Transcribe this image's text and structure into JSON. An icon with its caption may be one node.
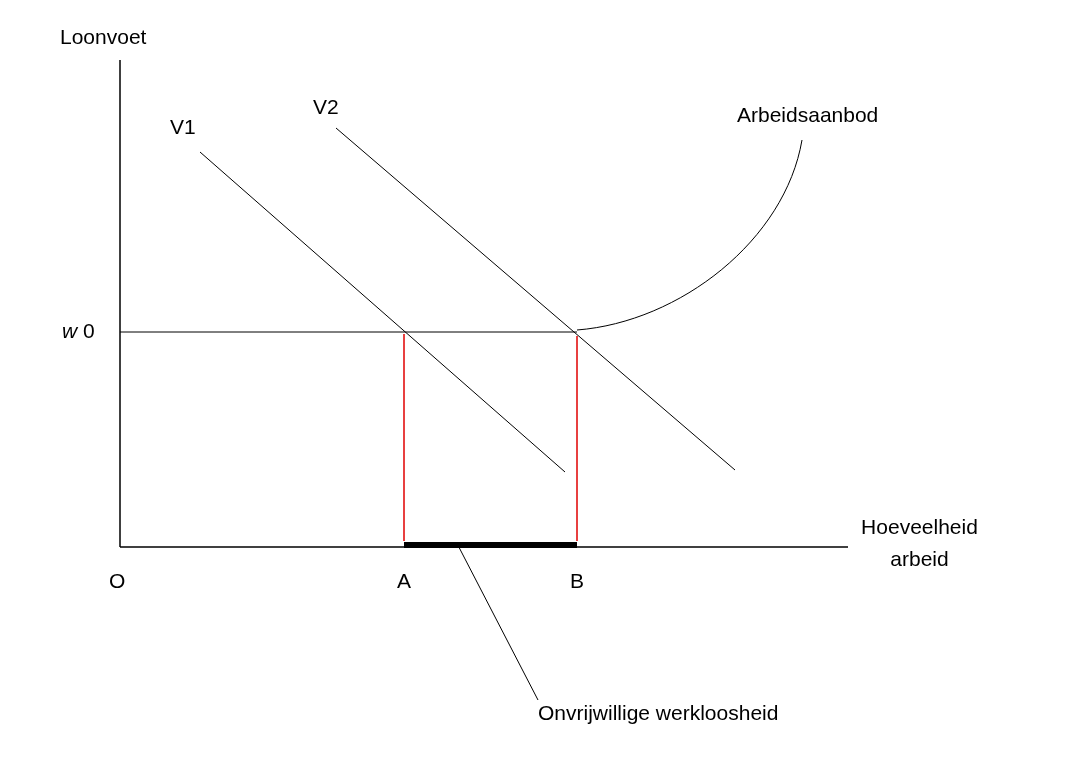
{
  "diagram": {
    "nodes": [
      {
        "text": [
          "Onvrijwillige werkloosheid"
        ]
      },
      {
        "text": [],
        "shape": "bar"
      }
    ],
    "edges": [
      {
        "from": 0,
        "to": 1,
        "arrow": "none"
      }
    ],
    "labels": [
      "Loonvoet",
      "V1",
      "V2",
      "Arbeidsaanbod",
      "*w* 0",
      "Hoeveelheid arbeid",
      "O",
      "A",
      "B"
    ]
  }
}
